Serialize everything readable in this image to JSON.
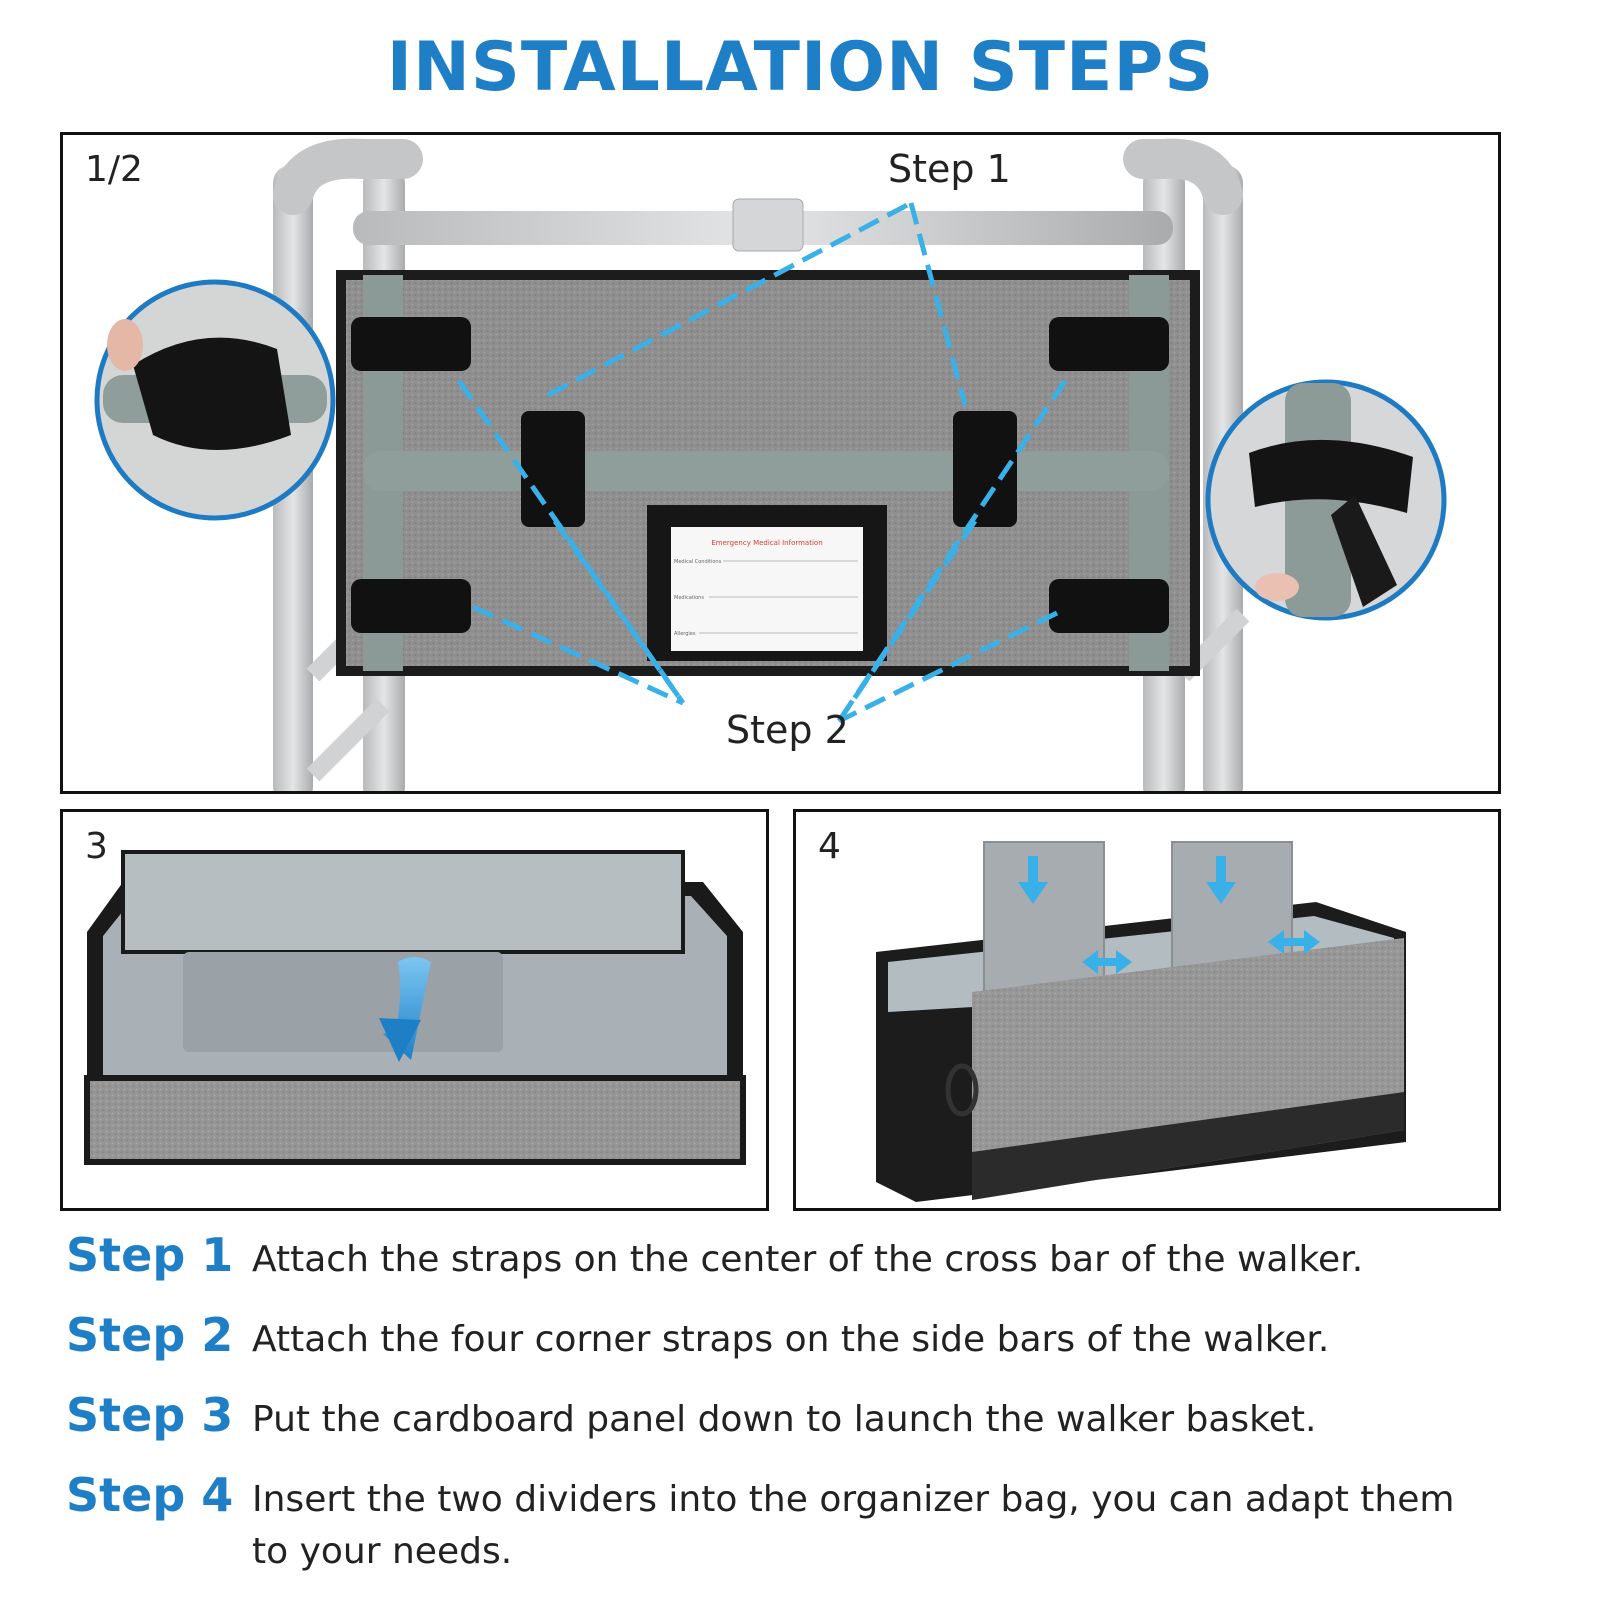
{
  "header": {
    "title": "INSTALLATION STEPS"
  },
  "panels": {
    "main": {
      "number": "1/2",
      "callout_step1": "Step 1",
      "callout_step2": "Step 2"
    },
    "third": {
      "number": "3"
    },
    "fourth": {
      "number": "4"
    }
  },
  "card": {
    "title": "Emergency Medical Information",
    "line1": "Medical Conditions",
    "line2": "Medications",
    "line3": "Allergies"
  },
  "steps": [
    {
      "label": "Step 1",
      "text": "Attach the straps on the center of the cross bar of the walker."
    },
    {
      "label": "Step 2",
      "text": "Attach the four corner straps on the side bars of the walker."
    },
    {
      "label": "Step 3",
      "text": "Put the cardboard panel down to launch the walker basket."
    },
    {
      "label": "Step 4",
      "text": "Insert the two dividers into the organizer bag, you can adapt them to your needs."
    }
  ],
  "colors": {
    "accent": "#1f7fc6",
    "arrow": "#3ab0e8",
    "fabric": "#8d8d8d",
    "frame": "#c9cbcc"
  }
}
